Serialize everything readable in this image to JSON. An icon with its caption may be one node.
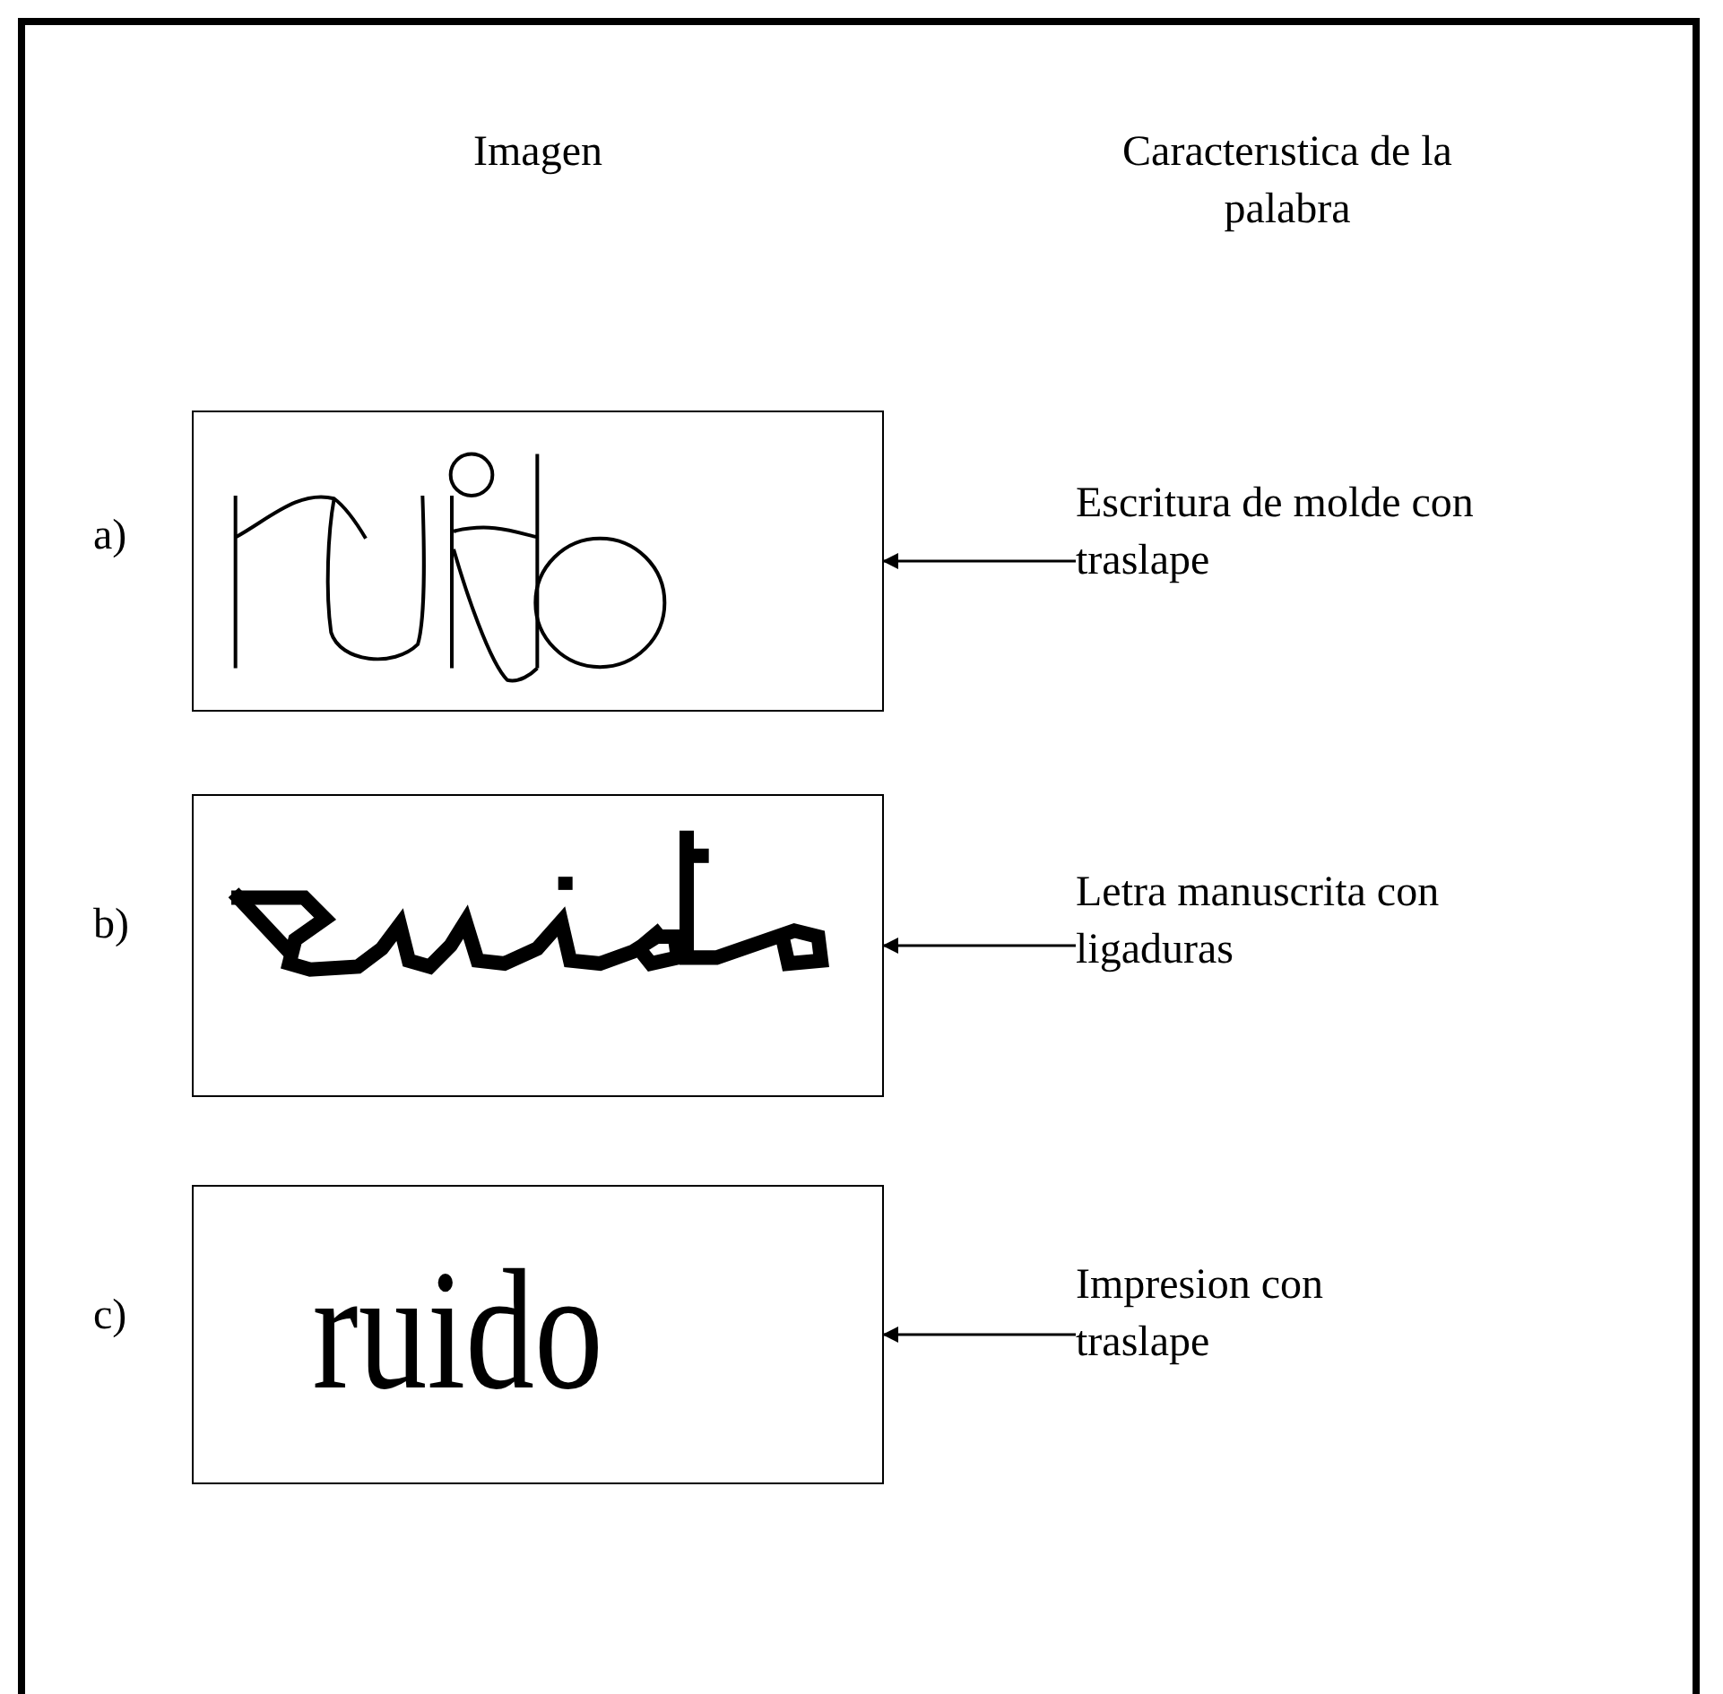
{
  "diagram": {
    "nodes": [
      {
        "text": [],
        "shape": "picture"
      },
      {
        "text": [],
        "shape": "picture"
      },
      {
        "text": [
          "ruido"
        ]
      },
      {
        "text": [
          "Escritura de molde con traslape"
        ]
      },
      {
        "text": [
          "Letra manuscrita con ligaduras"
        ]
      },
      {
        "text": [
          "Impresion con traslape"
        ]
      }
    ],
    "edges": [
      {
        "from": 3,
        "to": 0,
        "arrow": "to"
      },
      {
        "from": 4,
        "to": 1,
        "arrow": "to"
      },
      {
        "from": 5,
        "to": 2,
        "arrow": "to"
      }
    ],
    "labels": [
      "Imagen",
      "Caracterıstica de la palabra",
      "a)",
      "b)",
      "c)"
    ]
  }
}
